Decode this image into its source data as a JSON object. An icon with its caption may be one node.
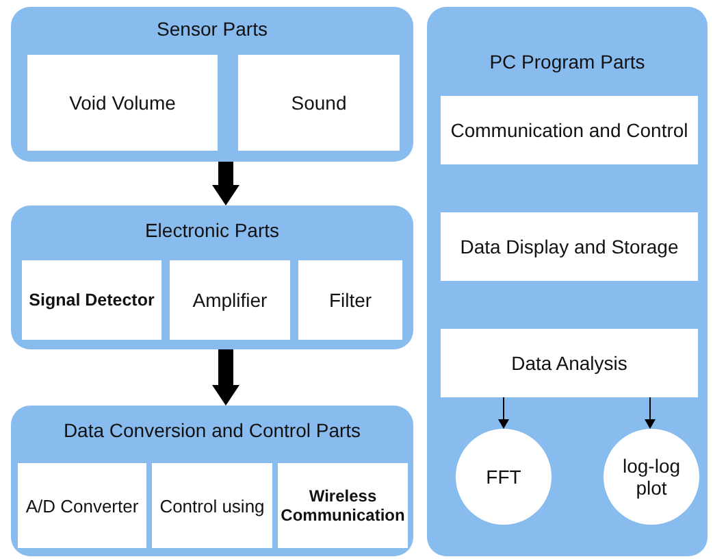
{
  "diagram": {
    "nodes": [
      {
        "text": [
          "Sensor Parts"
        ]
      },
      {
        "text": [
          "Void Volume"
        ],
        "in": 0
      },
      {
        "text": [
          "Sound"
        ],
        "in": 0
      },
      {
        "text": [
          "Electronic Parts"
        ]
      },
      {
        "text": [
          "Signal Detector"
        ],
        "in": 3
      },
      {
        "text": [
          "Amplifier"
        ],
        "in": 3
      },
      {
        "text": [
          "Filter"
        ],
        "in": 3
      },
      {
        "text": [
          "Data Conversion and Control Parts"
        ]
      },
      {
        "text": [
          "A/D Converter"
        ],
        "in": 7
      },
      {
        "text": [
          "Control using"
        ],
        "in": 7
      },
      {
        "text": [
          "Wireless Communication"
        ],
        "in": 7
      },
      {
        "text": [
          "PC Program Parts"
        ]
      },
      {
        "text": [
          "Communication and Control"
        ],
        "in": 11
      },
      {
        "text": [
          "Data Display and Storage"
        ],
        "in": 11
      },
      {
        "text": [
          "Data Analysis"
        ],
        "in": 11
      },
      {
        "text": [
          "FFT"
        ],
        "in": 11
      },
      {
        "text": [
          "log-log plot"
        ],
        "in": 11
      }
    ],
    "edges": [
      {
        "from": 0,
        "to": 3,
        "arrow": "to",
        "style": "thick"
      },
      {
        "from": 3,
        "to": 7,
        "arrow": "to",
        "style": "thick"
      },
      {
        "from": 14,
        "to": 15,
        "arrow": "to"
      },
      {
        "from": 14,
        "to": 16,
        "arrow": "to"
      }
    ]
  }
}
